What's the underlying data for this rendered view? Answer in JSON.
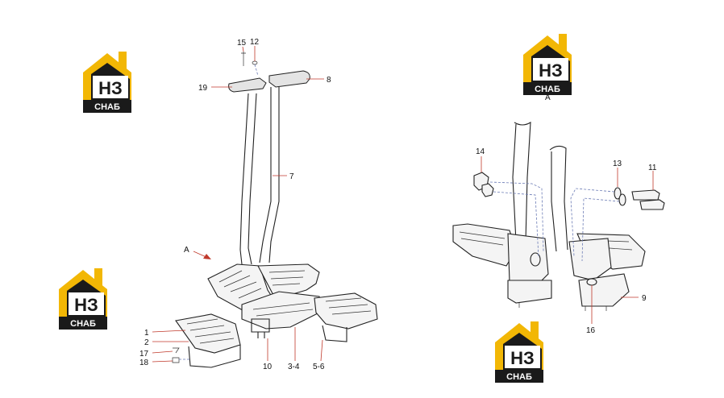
{
  "view_label": "A",
  "view_arrow_label": "A",
  "logo": {
    "letters": "НЗ",
    "caption": "СНАБ",
    "colors": {
      "gold": "#f2b705",
      "dark": "#1a1a1a",
      "white": "#ffffff"
    }
  },
  "callouts": {
    "main": {
      "c15": "15",
      "c12": "12",
      "c19": "19",
      "c8": "8",
      "c7": "7",
      "c1": "1",
      "c2": "2",
      "c17": "17",
      "c18": "18",
      "c10": "10",
      "c34": "3-4",
      "c56": "5-6"
    },
    "detail": {
      "c14": "14",
      "c13": "13",
      "c11": "11",
      "c9": "9",
      "c16": "16"
    }
  },
  "colors": {
    "leader": "#c0392b",
    "hidden_line": "#6b7bb5",
    "stroke": "#222222"
  }
}
